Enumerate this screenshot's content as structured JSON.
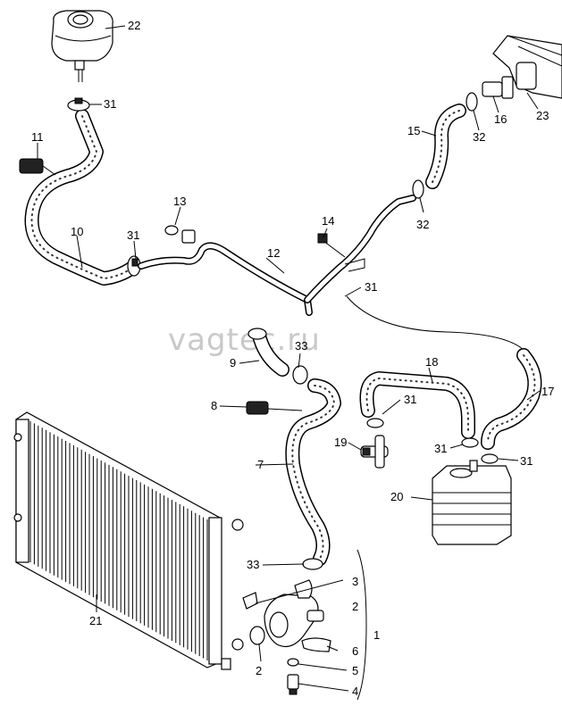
{
  "watermark": "vagtec.ru",
  "callouts": {
    "c1": "1",
    "c2a": "2",
    "c2b": "2",
    "c3": "3",
    "c4": "4",
    "c5": "5",
    "c6": "6",
    "c7": "7",
    "c8": "8",
    "c9": "9",
    "c10": "10",
    "c11": "11",
    "c12": "12",
    "c13": "13",
    "c14": "14",
    "c15": "15",
    "c16": "16",
    "c17": "17",
    "c18": "18",
    "c19": "19",
    "c20": "20",
    "c21": "21",
    "c22": "22",
    "c23": "23",
    "c31a": "31",
    "c31b": "31",
    "c31c": "31",
    "c31d": "31",
    "c31e": "31",
    "c31f": "31",
    "c32a": "32",
    "c32b": "32",
    "c33a": "33",
    "c33b": "33"
  }
}
